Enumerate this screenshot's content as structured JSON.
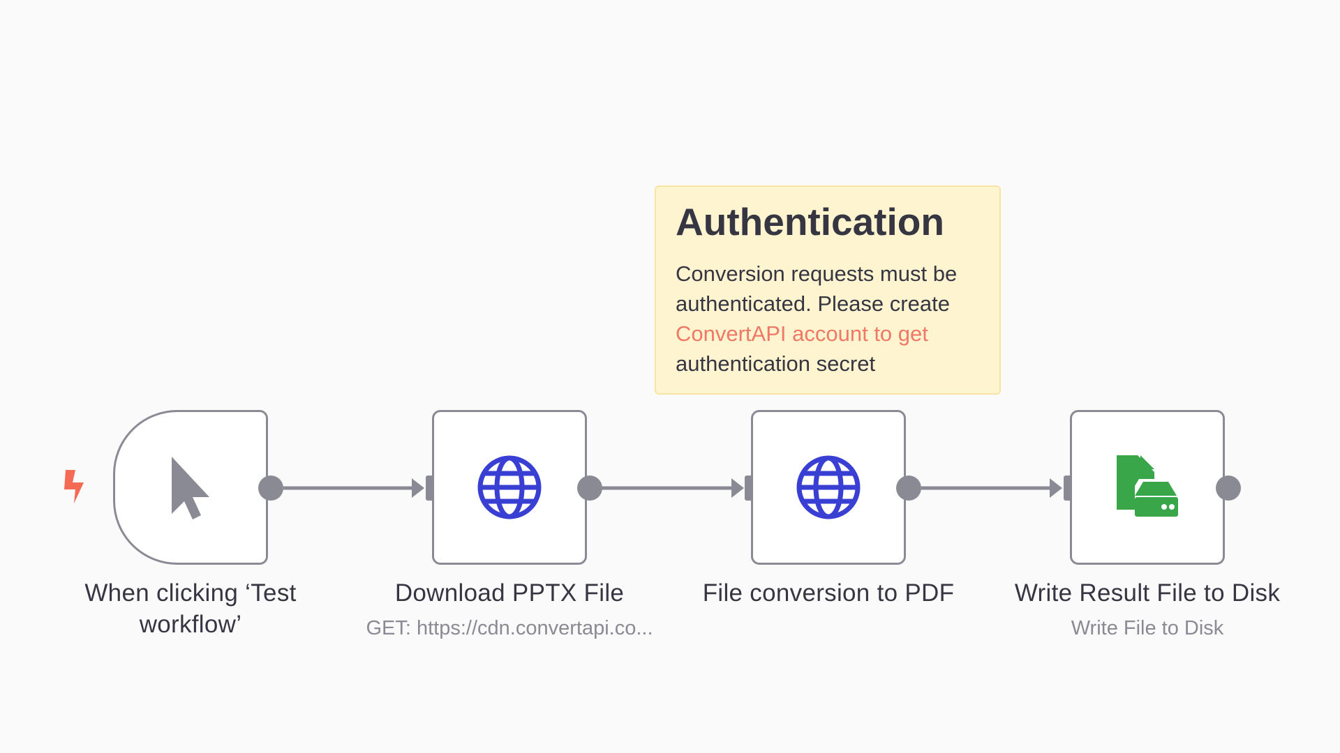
{
  "canvas": {
    "background": "#fafafb"
  },
  "sticky_note": {
    "title": "Authentication",
    "body": "Conversion requests must be authenticated. Please create",
    "link_text": "ConvertAPI account to get",
    "cut_off_text": "authentication secret"
  },
  "nodes": [
    {
      "title": "When clicking ‘Test workflow’",
      "subtitle": "",
      "icon": "cursor-icon",
      "type": "trigger"
    },
    {
      "title": "Download PPTX File",
      "subtitle": "GET: https://cdn.convertapi.co...",
      "icon": "globe-icon",
      "type": "http-request"
    },
    {
      "title": "File conversion to PDF",
      "subtitle": "",
      "icon": "globe-icon",
      "type": "http-request"
    },
    {
      "title": "Write Result File to Disk",
      "subtitle": "Write File to Disk",
      "icon": "file-disk-icon",
      "type": "write-file"
    }
  ],
  "trigger_indicator": {
    "icon": "lightning-bolt-icon"
  },
  "colors": {
    "node_border": "#8a8a94",
    "connector": "#8a8a94",
    "globe_icon": "#3a3fd4",
    "file_icon": "#3aa64a",
    "bolt": "#f46a55",
    "sticky_bg": "#fff4d0",
    "sticky_border": "#fbe3a4",
    "sticky_link": "#f07866"
  }
}
